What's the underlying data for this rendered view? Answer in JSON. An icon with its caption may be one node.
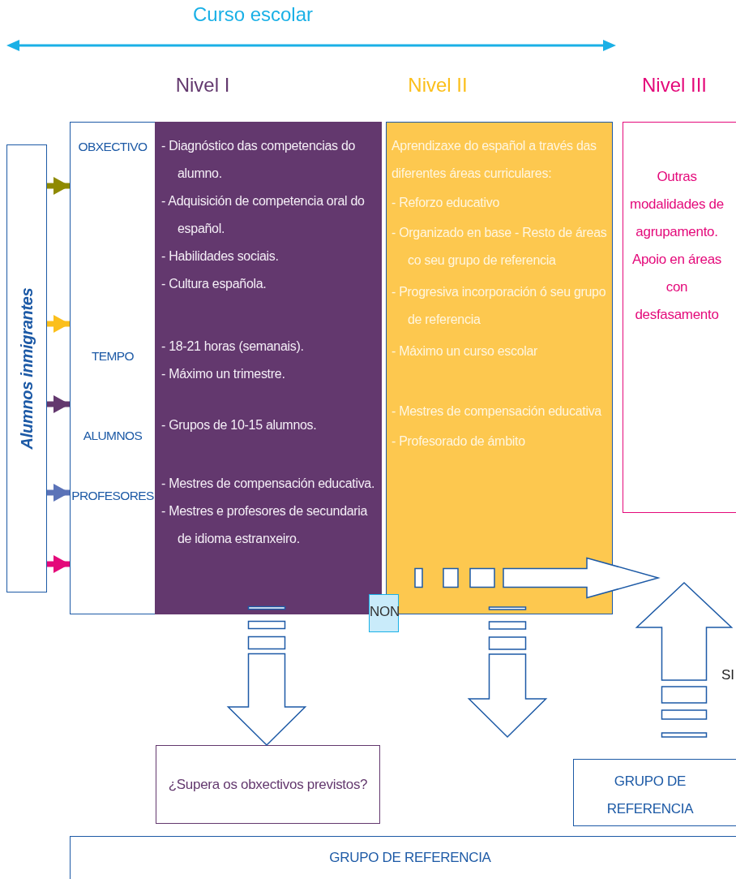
{
  "diagram": {
    "nodes": [
      {
        "text": [
          "Alumnos inmigrantes"
        ]
      },
      {
        "text": [
          "OBXECTIVO",
          "TEMPO",
          "ALUMNOS",
          "PROFESORES"
        ]
      },
      {
        "text": [
          "- Diagnóstico das competencias do alumno.",
          "- Adquisición de competencia oral do español.",
          "- Habilidades sociais.",
          "- Cultura española.",
          "- 18-21 horas (semanais).",
          "- Máximo un trimestre.",
          "- Grupos de 10-15 alumnos.",
          "- Mestres de compensación educativa.",
          "- Mestres e profesores de secundaria de idioma estranxeiro."
        ],
        "in": 1
      },
      {
        "text": [
          "Aprendizaxe do español a través das diferentes áreas curriculares:",
          "- Reforzo educativo",
          "- Organizado en base - Resto de áreas co seu grupo de referencia",
          "- Progresiva incorporación ó seu grupo de referencia",
          "- Máximo un curso escolar",
          "- Mestres de compensación educativa",
          "- Profesorado de ámbito"
        ]
      },
      {
        "text": [
          "Outras modalidades de agrupamento. Apoio en áreas con desfasamento"
        ]
      },
      {
        "text": [
          "NON"
        ]
      },
      {
        "text": [
          "¿Supera os obxectivos previstos?"
        ]
      },
      {
        "text": [
          "GRUPO DE REFERENCIA"
        ]
      },
      {
        "text": [
          "GRUPO DE REFERENCIA"
        ]
      }
    ],
    "edges": [
      {
        "from": 0,
        "to": 1,
        "arrow": "to",
        "color": "#8f8a00"
      },
      {
        "from": 0,
        "to": 1,
        "arrow": "to",
        "color": "#fbbf1b"
      },
      {
        "from": 0,
        "to": 1,
        "arrow": "to",
        "color": "#63386e"
      },
      {
        "from": 0,
        "to": 1,
        "arrow": "to",
        "color": "#5b73b8"
      },
      {
        "from": 0,
        "to": 1,
        "arrow": "to",
        "color": "#e4097a"
      },
      {
        "from": 2,
        "to": 6,
        "arrow": "to"
      },
      {
        "from": 3,
        "to": null,
        "arrow": "to"
      },
      {
        "from": 3,
        "to": null,
        "arrow": "to"
      },
      {
        "from": 7,
        "to": null,
        "arrow": "to",
        "label": "SI"
      }
    ],
    "labels": [
      "Curso escolar",
      "Nivel I",
      "Nivel II",
      "Nivel III"
    ]
  }
}
